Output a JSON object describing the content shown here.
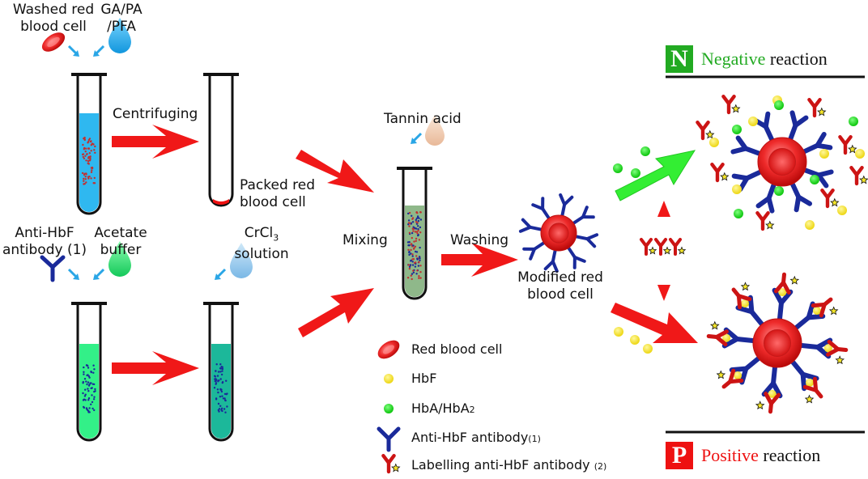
{
  "labels": {
    "washed_rbc": "Washed red\nblood cell",
    "ga_pa_pfa": "GA/PA\n/PFA",
    "centrifuging": "Centrifuging",
    "packed_rbc": "Packed red\nblood cell",
    "tannin_acid": "Tannin acid",
    "mixing": "Mixing",
    "washing": "Washing",
    "modified_rbc": "Modified red\nblood cell",
    "anti_hbf_antibody_1": "Anti-HbF\nantibody (1)",
    "acetate_buffer": "Acetate\nbuffer",
    "crcl3_main": "CrCl",
    "crcl3_sub": "3",
    "crcl3_line2": "solution"
  },
  "negative": {
    "letter": "N",
    "word": "Negative",
    "rest": " reaction",
    "color": "#22aa22"
  },
  "positive": {
    "letter": "P",
    "word": "Positive",
    "rest": " reaction",
    "color": "#ee1111"
  },
  "legend": {
    "red_blood_cell": "Red blood cell",
    "hbf": "HbF",
    "hba_main": "HbA/HbA",
    "hba_sub": "2",
    "anti_hbf_main": "Anti-HbF antibody",
    "anti_hbf_sub": "(1)",
    "labelling_main": "Labelling anti-HbF antibody",
    "labelling_sub": "(2)"
  },
  "colors": {
    "arrow_red": "#f01818",
    "arrow_green": "#33ee33",
    "antibody_blue": "#1a2a9a",
    "antibody_red": "#cc1414",
    "hbf_yellow": "#f5e62a",
    "hba_green": "#22dd22",
    "tube_blue": "#2fb8f0",
    "tube_green": "#33f088",
    "tube_teal": "#1cb89a",
    "tube_sage": "#8fb88a"
  },
  "icons": [
    "droplet-icon",
    "red-blood-cell-icon",
    "antibody-icon",
    "labelled-antibody-icon",
    "star-icon"
  ]
}
